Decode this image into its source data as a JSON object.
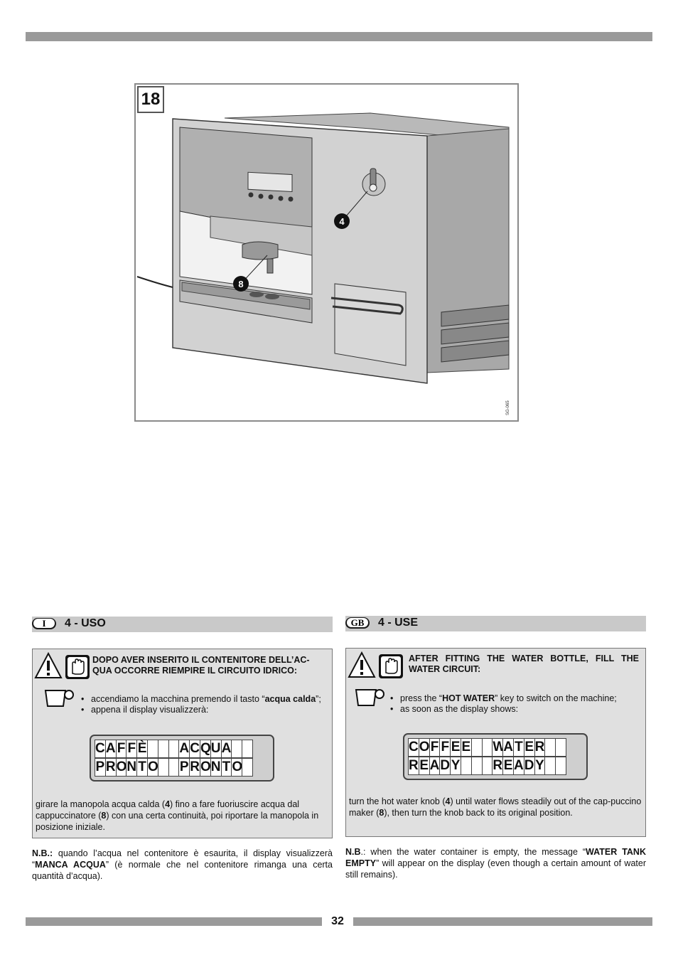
{
  "figure": {
    "number": "18",
    "callouts": [
      "4",
      "8"
    ],
    "code": "SG-065"
  },
  "it": {
    "lang": "I",
    "title": "4 - USO",
    "warning": "DOPO AVER INSERITO IL CONTENITORE DELL’AC-QUA OCCORRE RIEMPIRE IL CIRCUITO IDRICO:",
    "bullet1_pre": "accendiamo la macchina premendo il tasto “",
    "bullet1_bold": "acqua calda",
    "bullet1_post": "”;",
    "bullet2": "appena il display visualizzerà:",
    "display_row1": [
      "C",
      "A",
      "F",
      "F",
      "È",
      "",
      "",
      "",
      "A",
      "C",
      "Q",
      "U",
      "A",
      "",
      ""
    ],
    "display_row2": [
      "P",
      "R",
      "O",
      "N",
      "T",
      "O",
      "",
      "",
      "P",
      "R",
      "O",
      "N",
      "T",
      "O",
      ""
    ],
    "para_1": "girare la manopola acqua calda (",
    "para_b1": "4",
    "para_2": ") fino a fare fuoriuscire acqua dal cappuccinatore (",
    "para_b2": "8",
    "para_3": ") con una certa continuità, poi riportare la manopola in posizione iniziale.",
    "nb_label": "N.B.:",
    "nb_1": " quando l’acqua nel contenitore è esaurita, il display visualizzerà “",
    "nb_bold": "MANCA ACQUA",
    "nb_2": "” (è normale che nel contenitore rimanga una certa quantità d’acqua)."
  },
  "gb": {
    "lang": "GB",
    "title": "4 - USE",
    "warning": "AFTER FITTING THE WATER BOTTLE, FILL THE WATER CIRCUIT:",
    "bullet1_pre": "press the “",
    "bullet1_bold": "HOT WATER",
    "bullet1_post": "” key to switch on the machine;",
    "bullet2": "as soon as the display shows:",
    "display_row1": [
      "C",
      "O",
      "F",
      "F",
      "E",
      "E",
      "",
      "",
      "W",
      "A",
      "T",
      "E",
      "R",
      "",
      ""
    ],
    "display_row2": [
      "R",
      "E",
      "A",
      "D",
      "Y",
      "",
      "",
      "",
      "R",
      "E",
      "A",
      "D",
      "Y",
      "",
      ""
    ],
    "para_1": "turn the hot water knob (",
    "para_b1": "4",
    "para_2": ") until water flows steadily out of the cap-puccino maker (",
    "para_b2": "8",
    "para_3": "), then turn the knob back to its original position.",
    "nb_label": "N.B",
    "nb_1": ".: when the water container is empty, the message “",
    "nb_bold": "WATER TANK EMPTY",
    "nb_2": "” will appear on the display (even though a certain amount of water still remains)."
  },
  "page_number": "32"
}
